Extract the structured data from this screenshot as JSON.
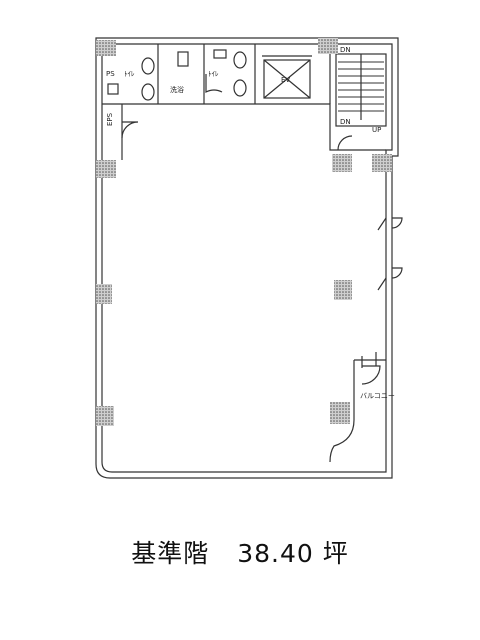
{
  "plan": {
    "labels": {
      "ps": "PS",
      "eps": "EPS",
      "washroom": "洗浴",
      "toilet_left": "ﾄｲﾚ",
      "toilet_right": "ﾄｲﾚ",
      "elevator": "EV",
      "stair_dn": "DN",
      "stair_up": "UP",
      "balcony": "バルコニー"
    }
  },
  "caption": {
    "floor": "基準階",
    "area": "38.40 坪"
  }
}
